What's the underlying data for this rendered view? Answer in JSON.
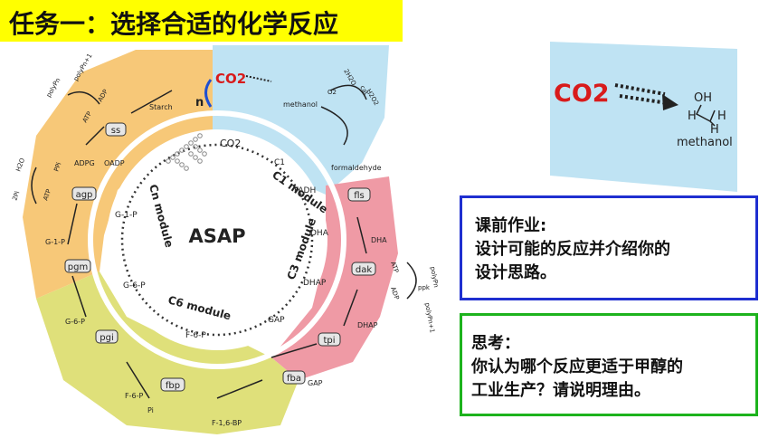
{
  "title": "任务一：选择合适的化学反应",
  "colors": {
    "title_bg": "#ffff00",
    "c1": "#bfe3f3",
    "c3": "#ef9aa5",
    "c6": "#dfe07a",
    "cn": "#f7c878",
    "blue_border": "#1f2fd0",
    "green_border": "#1db31d",
    "co2": "#d81b1b"
  },
  "diagram": {
    "center": "ASAP",
    "modules": {
      "c1": "C1 module",
      "c3": "C3 module",
      "c6": "C6 module",
      "cn": "Cn module"
    },
    "inner": {
      "co2": "CO2",
      "c1": "C1",
      "fadh": "FADH",
      "dha": "DHA",
      "dhap": "DHAP",
      "gap": "GAP",
      "f6p": "F-6-P",
      "g6p": "G-6-P",
      "g1p": "G-1-P"
    },
    "enzymes": {
      "fls": "fls",
      "dak": "dak",
      "tpi": "tpi",
      "fba": "fba",
      "fbp": "fbp",
      "pgi": "pgi",
      "pgm": "pgm",
      "agp": "agp",
      "ss": "ss"
    },
    "labels": {
      "co2": "CO2",
      "methanol": "methanol",
      "formaldehyde": "formaldehyde",
      "dha": "DHA",
      "dhap": "DHAP",
      "gap": "GAP",
      "f16bp": "F-1,6-BP",
      "f6p": "F-6-P",
      "g6p": "G-6-P",
      "g1p": "G-1-P",
      "adpg": "ADPG",
      "oadp": "OADP",
      "starch": "Starch",
      "n": "n",
      "pi": "Pi",
      "atp": "ATP",
      "adp": "ADP",
      "ppi": "PPi",
      "h2o": "H2O",
      "twopi": "2Pi",
      "h2o2": "H2O2",
      "two_h2o": "2H2O",
      "o2": "O2",
      "polyp": "polyPn",
      "polyp1": "polyPn+1",
      "ppk": "ppk",
      "cat": "cat"
    }
  },
  "zoom": {
    "co2": "CO2",
    "oh": "OH",
    "h": "H",
    "methanol": "methanol"
  },
  "homework": {
    "heading": "课前作业:",
    "line1": "设计可能的反应并介绍你的",
    "line2": "设计思路。"
  },
  "think": {
    "heading": "思考：",
    "line1": "你认为哪个反应更适于甲醇的",
    "line2": "工业生产？请说明理由。"
  }
}
